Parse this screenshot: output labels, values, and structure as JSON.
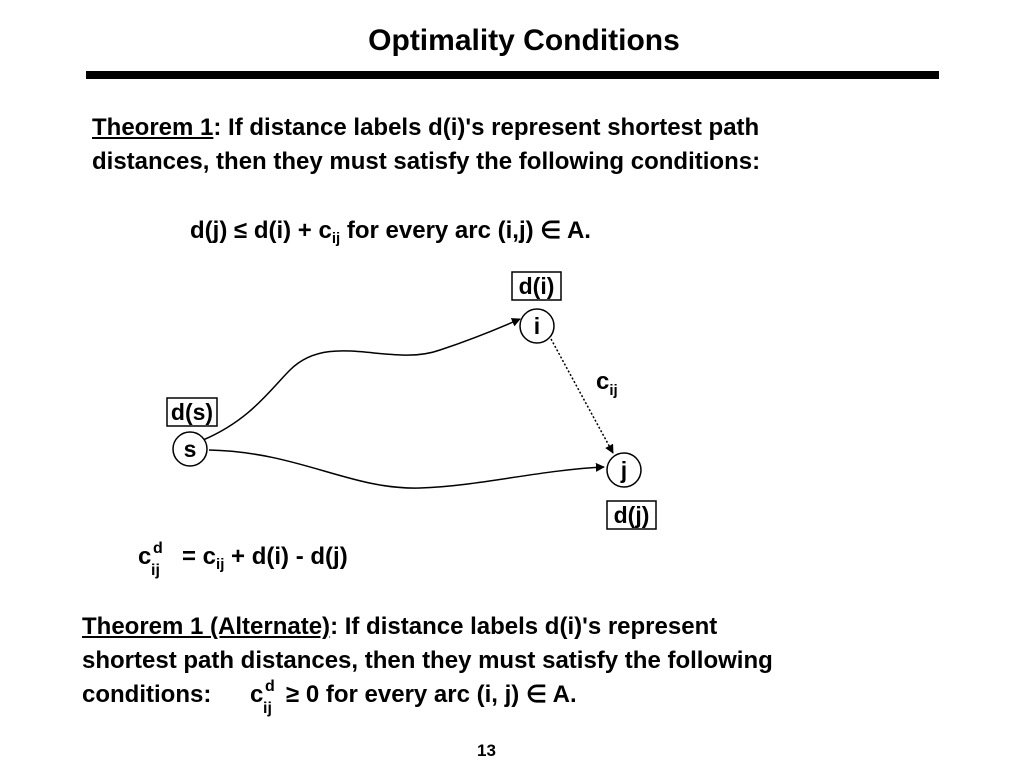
{
  "title": "Optimality Conditions",
  "theorem1": {
    "label": "Theorem 1",
    "line1_rest": ": If distance labels d(i)'s represent shortest path",
    "line2": "distances, then they must satisfy the following conditions:"
  },
  "condition": {
    "lhs": "d(j)",
    "leq": "≤",
    "rhs": "d(i) + c",
    "sub": "ij",
    "rest": "for every arc (i,j)",
    "in": "∈",
    "set": "A."
  },
  "diagram": {
    "node_s": "s",
    "node_i": "i",
    "node_j": "j",
    "label_s": "d(s)",
    "label_i": "d(i)",
    "label_j": "d(j)",
    "arc_cost": "c",
    "arc_cost_sub": "ij"
  },
  "reduced_cost": {
    "c": "c",
    "sup": "d",
    "sub": "ij",
    "eq": "= c",
    "eq_sub": "ij",
    "rest": "+ d(i) - d(j)"
  },
  "theorem1_alt": {
    "label": "Theorem 1 (Alternate)",
    "line1_rest": ":  If distance labels d(i)'s represent",
    "line2": "shortest path distances, then they must satisfy the following",
    "line3_start": "conditions:",
    "c": "c",
    "sup": "d",
    "sub": "ij",
    "geq": "≥",
    "line3_rest": "0 for every arc (i, j)",
    "in": "∈",
    "set": "A."
  },
  "page_number": "13"
}
